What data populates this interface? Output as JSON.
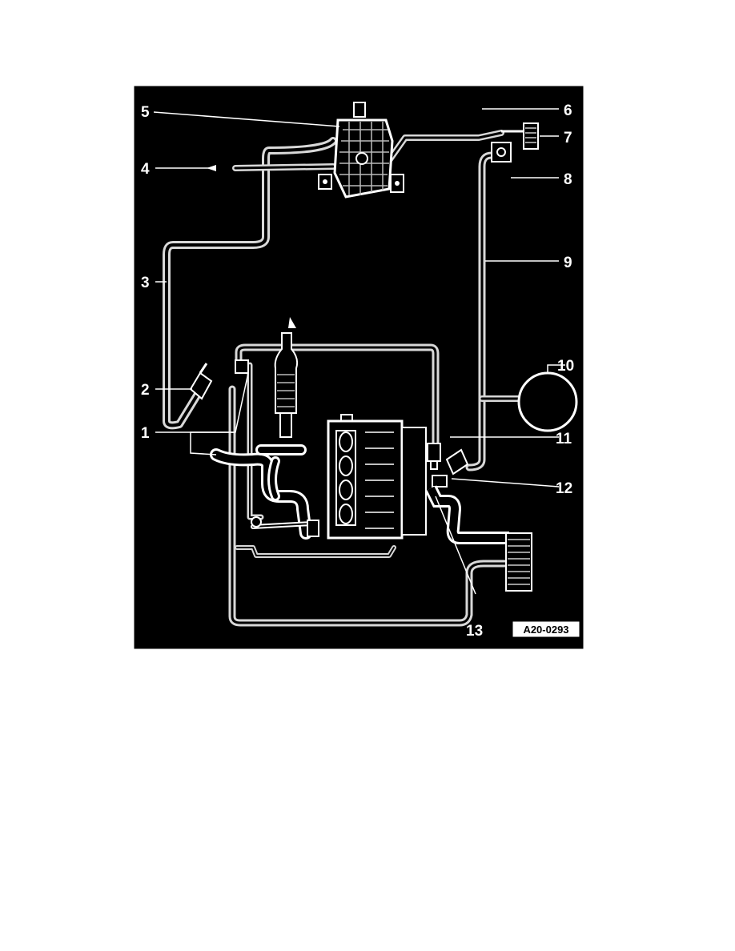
{
  "diagram": {
    "callouts": [
      "1",
      "2",
      "3",
      "4",
      "5",
      "6",
      "7",
      "8",
      "9",
      "10",
      "11",
      "12",
      "13"
    ],
    "reference_code": "A20-0293",
    "colors": {
      "background": "#000000",
      "line": "#ffffff",
      "hose": "#d8d8d8"
    }
  }
}
